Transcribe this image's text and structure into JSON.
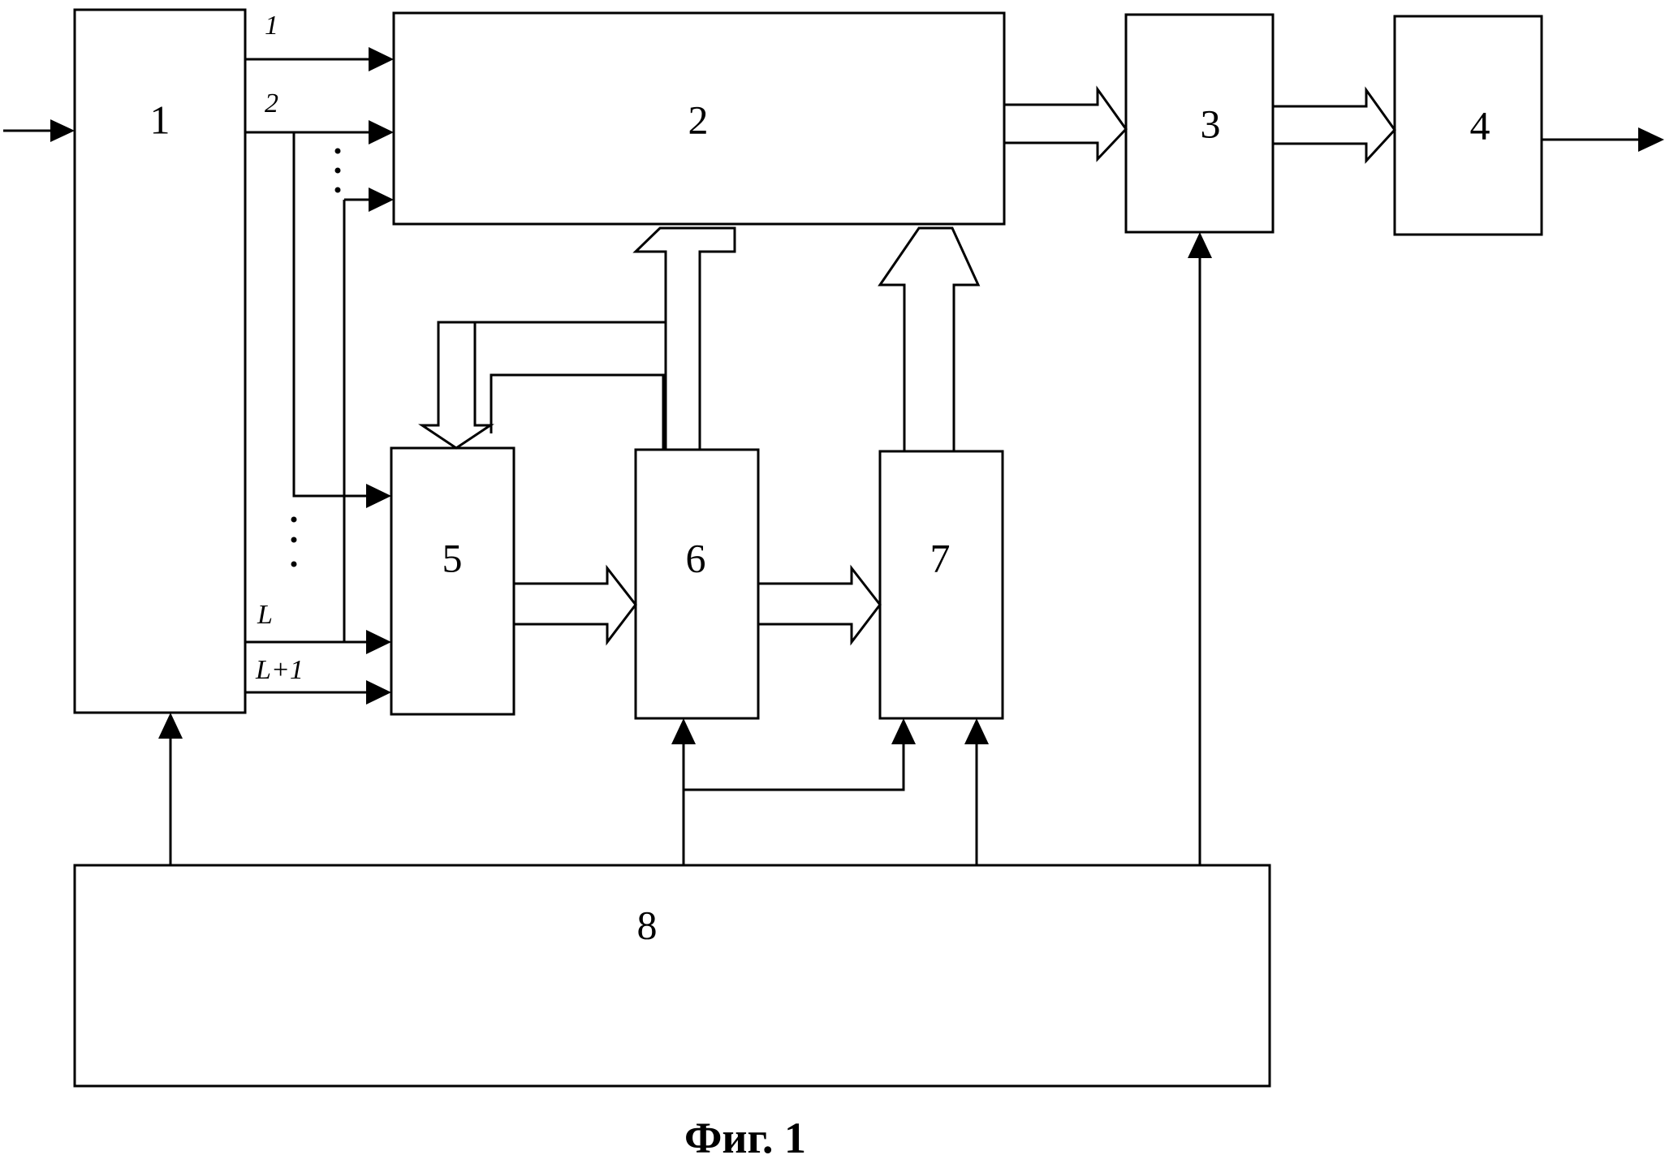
{
  "blocks": {
    "b1": "1",
    "b2": "2",
    "b3": "3",
    "b4": "4",
    "b5": "5",
    "b6": "6",
    "b7": "7",
    "b8": "8"
  },
  "port_labels": {
    "out1": "1",
    "out2": "2",
    "outL": "L",
    "outL1": "L+1"
  },
  "caption": "Фиг. 1"
}
